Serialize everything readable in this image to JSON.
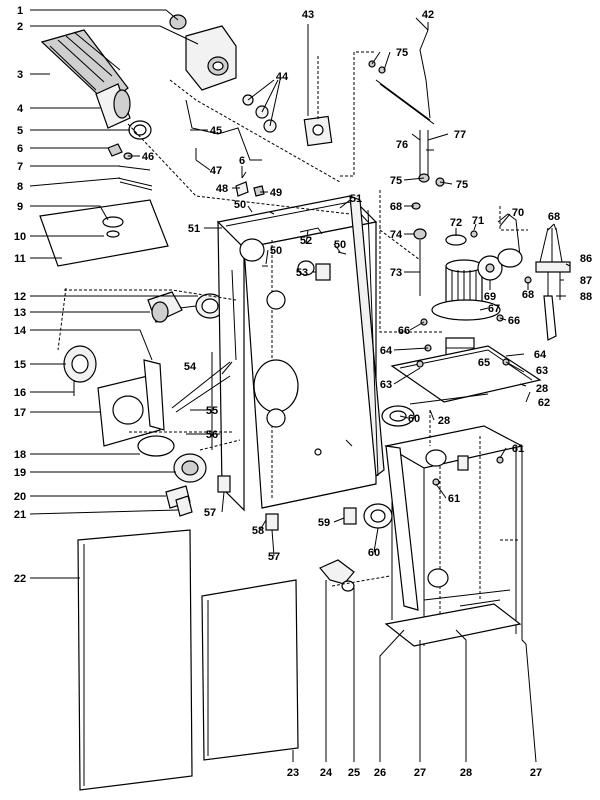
{
  "diagram": {
    "callouts": [
      "1",
      "2",
      "3",
      "4",
      "5",
      "6",
      "7",
      "8",
      "9",
      "10",
      "11",
      "12",
      "13",
      "14",
      "15",
      "16",
      "17",
      "18",
      "19",
      "20",
      "21",
      "22",
      "23",
      "24",
      "25",
      "26",
      "27",
      "28",
      "42",
      "43",
      "44",
      "45",
      "46",
      "47",
      "48",
      "49",
      "50",
      "51",
      "52",
      "53",
      "54",
      "55",
      "56",
      "57",
      "58",
      "59",
      "60",
      "61",
      "62",
      "63",
      "64",
      "65",
      "66",
      "67",
      "68",
      "69",
      "70",
      "71",
      "72",
      "73",
      "74",
      "75",
      "76",
      "77",
      "86",
      "87",
      "88"
    ]
  }
}
